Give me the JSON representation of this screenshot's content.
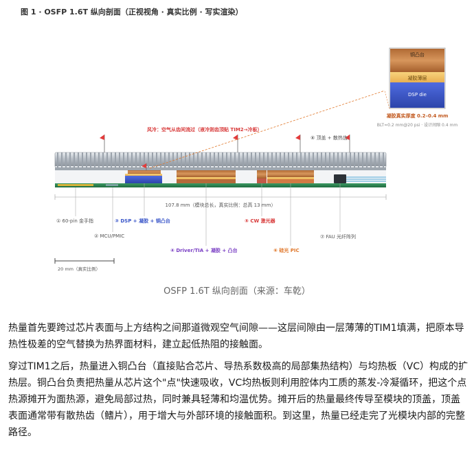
{
  "figure": {
    "title": "图 1 · OSFP 1.6T 纵向剖面（正视视角 · 真实比例 · 写实渲染）",
    "airflow_label": "风冷：空气从齿间流过（液冷则齿顶贴 TIM2→冷板）",
    "inset": {
      "layer_top": "铜凸台",
      "layer_mid": "凝胶薄层",
      "layer_bottom": "DSP die",
      "note_title": "凝胶真实厚度 0.2–0.4 mm",
      "note_sub": "BLT≈0.2 mm@20 psi · 设计间隙 0.4 mm"
    },
    "dimension_label": "107.8 mm（模块总长，真实比例：总高 13 mm）",
    "scale_bar_label": "20 mm（真实比例）",
    "callouts": {
      "c1": "① 60-pin 金手指",
      "c2": "② MCU/PMIC",
      "c3": "③ DSP + 凝胶 + 铜凸台",
      "c4": "④ Driver/TIA + 凝胶 + 凸台",
      "c5": "⑤ CW 激光器",
      "c6": "⑥ 硅光 PIC",
      "c7": "⑦ FAU 光纤阵列",
      "c8": "⑧ 顶盖 + 散热齿"
    },
    "colors": {
      "copper": "#c98a52",
      "gel": "#f0c266",
      "die": "#3a56c9",
      "pcb": "#2e7d4f",
      "callout_blue": "#3a56c9",
      "callout_purple": "#7a3fc4",
      "callout_red": "#d83a3a",
      "callout_orange": "#e0772a",
      "flag": "#e23b3b"
    }
  },
  "caption": "OSFP 1.6T 纵向剖面（来源：车乾）",
  "paragraphs": [
    "热量首先要跨过芯片表面与上方结构之间那道微观空气间隙——这层间隙由一层薄薄的TIM1填满，把原本导热性极差的空气替换为热界面材料，建立起低热阻的接触面。",
    "穿过TIM1之后，热量进入铜凸台（直接贴合芯片、导热系数极高的局部集热结构）与均热板（VC）构成的扩热层。铜凸台负责把热量从芯片这个\"点\"快速吸收，VC均热板则利用腔体内工质的蒸发-冷凝循环，把这个点热源摊开为面热源，避免局部过热，同时兼具轻薄和均温优势。摊开后的热量最终传导至模块的顶盖，顶盖表面通常带有散热齿（鳍片），用于增大与外部环境的接触面积。到这里，热量已经走完了光模块内部的完整路径。"
  ]
}
